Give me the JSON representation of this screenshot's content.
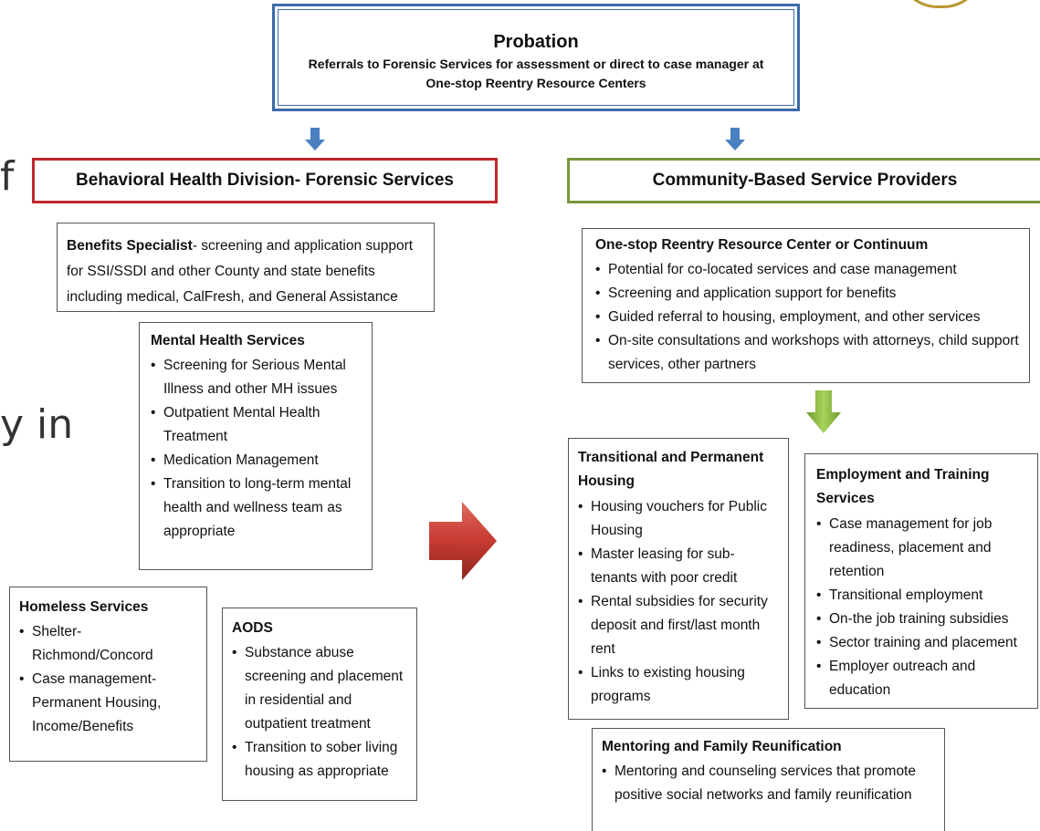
{
  "background_text": {
    "fragment_1": "f",
    "fragment_2": "y in"
  },
  "probation": {
    "title": "Probation",
    "line1": "Referrals to Forensic Services for assessment or direct to case manager at",
    "line2": "One-stop Reentry Resource Centers"
  },
  "behavioral": {
    "title": "Behavioral Health Division- Forensic Services"
  },
  "community": {
    "title": "Community-Based Service Providers"
  },
  "benefits": {
    "label": "Benefits Specialist",
    "text": "- screening and application support for SSI/SSDI and other County and state benefits including medical, CalFresh, and General Assistance"
  },
  "mental_health": {
    "title": "Mental Health Services",
    "items": [
      "Screening for Serious Mental Illness and other MH issues",
      "Outpatient Mental Health Treatment",
      "Medication Management",
      "Transition to long-term mental health and wellness team as appropriate"
    ]
  },
  "homeless": {
    "title": "Homeless Services",
    "items": [
      "Shelter- Richmond/Concord",
      "Case management- Permanent Housing, Income/Benefits"
    ]
  },
  "aods": {
    "title": "AODS",
    "items": [
      "Substance abuse screening and placement in residential and outpatient treatment",
      "Transition to sober living housing as appropriate"
    ]
  },
  "onestop": {
    "title": "One-stop Reentry Resource Center or Continuum",
    "items": [
      "Potential for co-located services and case management",
      "Screening and application support for benefits",
      "Guided referral to housing, employment, and other services",
      "On-site consultations and workshops with attorneys, child support services, other partners"
    ]
  },
  "housing": {
    "title": "Transitional and Permanent Housing",
    "items": [
      "Housing vouchers for Public Housing",
      "Master leasing for sub-tenants with poor credit",
      "Rental subsidies for security deposit and first/last month rent",
      "Links to existing housing programs"
    ]
  },
  "employment": {
    "title": "Employment and Training Services",
    "items": [
      "Case management  for job readiness, placement and retention",
      "Transitional employment",
      "On-the job training subsidies",
      "Sector training and placement",
      "Employer outreach and education"
    ]
  },
  "mentoring": {
    "title": "Mentoring and Family Reunification",
    "items": [
      "Mentoring and counseling services that promote positive social networks and family reunification"
    ]
  },
  "colors": {
    "probation_border": "#3d6aa8",
    "behavioral_border": "#c0272d",
    "community_border": "#77963d",
    "down_arrow_blue": "#4a7fc1",
    "down_arrow_green": "#8fbf3f",
    "right_arrow_red": "#c63a32"
  }
}
